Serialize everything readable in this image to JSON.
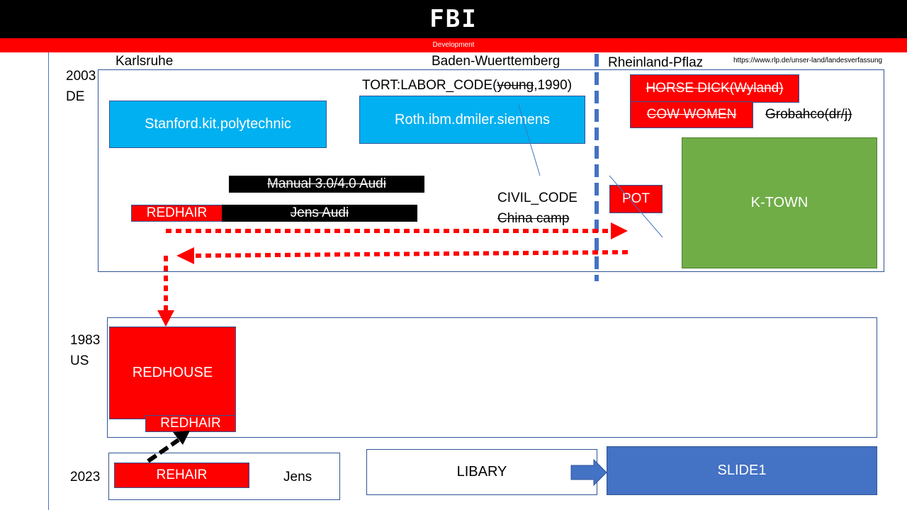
{
  "header": {
    "title": "FBI",
    "subtitle": "Development"
  },
  "regions": {
    "karlsruhe": "Karlsruhe",
    "baden": "Baden-Wuerttemberg",
    "rheinland": "Rheinland-Pflaz",
    "url": "https://www.rlp.de/unser-land/landesverfassung"
  },
  "years": {
    "y2003": "2003",
    "de": "DE",
    "y1983": "1983",
    "us": "US",
    "y2023": "2023"
  },
  "boxes": {
    "stanford": "Stanford.kit.polytechnic",
    "roth": "Roth.ibm.dmiler.siemens",
    "tort_prefix": "TORT:LABOR_CODE(",
    "tort_struck": "young",
    "tort_suffix": ",1990)",
    "manual": "Manual 3.0/4.0 Audi",
    "redhair_top": "REDHAIR",
    "jens_audi": "Jens  Audi",
    "civil_code": "CIVIL_CODE",
    "china_camp": "China camp",
    "pot": "POT",
    "horse": "HORSE DICK(Wyland)",
    "cow": "COW WOMEN",
    "grobahco": "Grobahco(dr/j)",
    "ktown": "K-TOWN",
    "redhouse": "REDHOUSE",
    "redhair_mid": "REDHAIR",
    "rehair": "REHAIR",
    "jens": "Jens",
    "libary": "LIBARY",
    "slide1": "SLIDE1"
  },
  "colors": {
    "red": "#ff0000",
    "cyan": "#00b0f0",
    "green": "#70ad47",
    "blue": "#4472c4",
    "black": "#000000"
  }
}
